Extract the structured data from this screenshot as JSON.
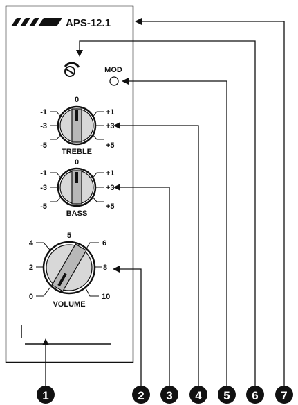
{
  "panel": {
    "model": "APS-12.1",
    "mod_label": "MOD"
  },
  "treble": {
    "title": "TREBLE",
    "scale": {
      "top": "0",
      "upper_left": "-1",
      "mid_left": "-3",
      "lower_left": "-5",
      "upper_right": "+1",
      "mid_right": "+3",
      "lower_right": "+5"
    }
  },
  "bass": {
    "title": "BASS",
    "scale": {
      "top": "0",
      "upper_left": "-1",
      "mid_left": "-3",
      "lower_left": "-5",
      "upper_right": "+1",
      "mid_right": "+3",
      "lower_right": "+5"
    }
  },
  "volume": {
    "title": "VOLUME",
    "scale": {
      "top": "5",
      "upper_left": "4",
      "mid_left": "2",
      "lower_left": "0",
      "upper_right": "6",
      "mid_right": "8",
      "lower_right": "10"
    }
  },
  "callouts": [
    "1",
    "2",
    "3",
    "4",
    "5",
    "6",
    "7"
  ],
  "colors": {
    "ink": "#111111",
    "knob_body": "#d8d8d8",
    "knob_grip": "#b8b8b8"
  }
}
